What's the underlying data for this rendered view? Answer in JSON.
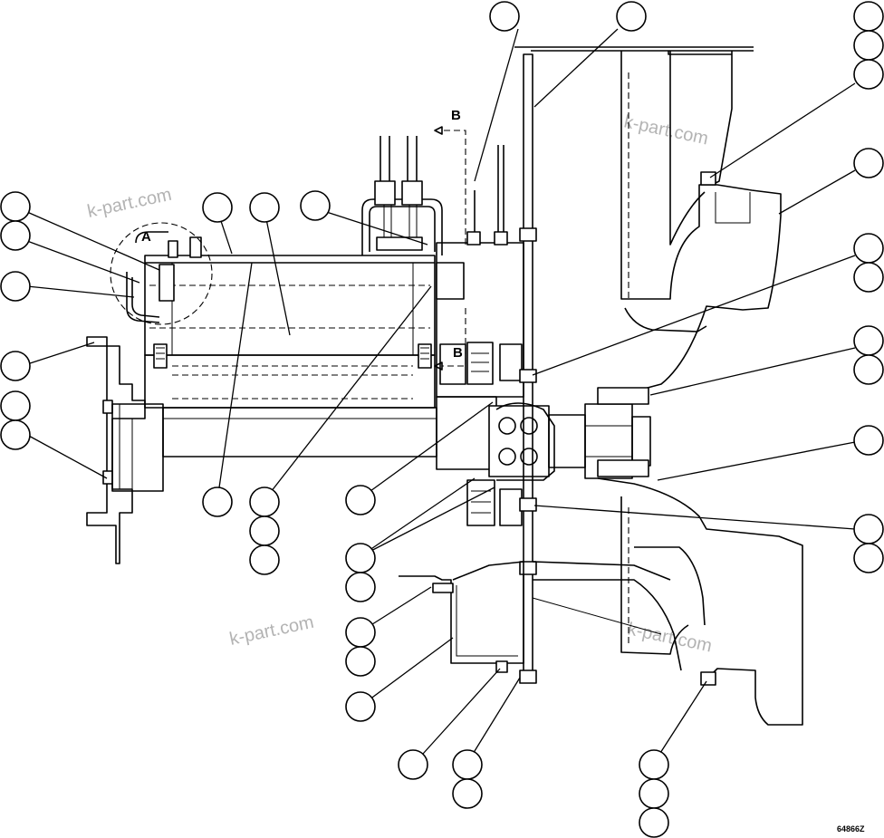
{
  "watermark": "k-part.com",
  "detail_A": "A",
  "section_B": "B",
  "drawing_code": "64866Z"
}
